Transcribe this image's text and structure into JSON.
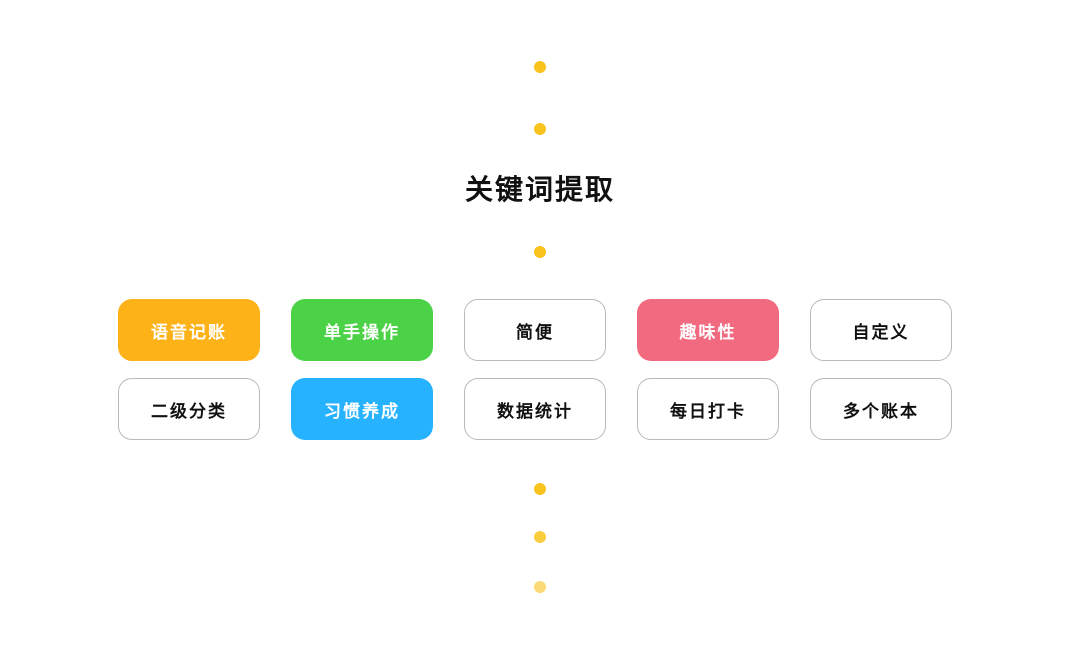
{
  "title": "关键词提取",
  "colors": {
    "dot": "#F9C31E",
    "orange": "#FDB218",
    "green": "#4CD247",
    "blue": "#26B2FF",
    "pink": "#F26A80"
  },
  "keywords": [
    {
      "label": "语音记账",
      "color": "#FDB218"
    },
    {
      "label": "单手操作",
      "color": "#4CD247"
    },
    {
      "label": "简便",
      "color": null
    },
    {
      "label": "趣味性",
      "color": "#F26A80"
    },
    {
      "label": "自定义",
      "color": null
    },
    {
      "label": "二级分类",
      "color": null
    },
    {
      "label": "习惯养成",
      "color": "#26B2FF"
    },
    {
      "label": "数据统计",
      "color": null
    },
    {
      "label": "每日打卡",
      "color": null
    },
    {
      "label": "多个账本",
      "color": null
    }
  ]
}
